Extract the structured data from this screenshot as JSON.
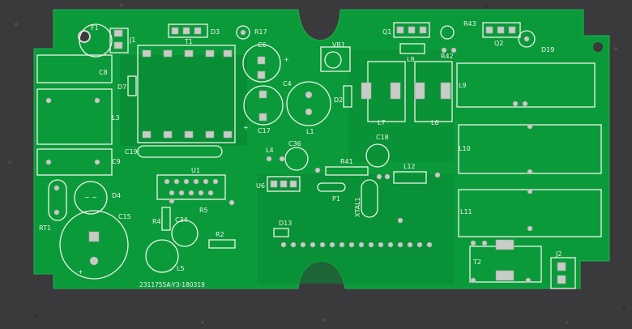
{
  "board": {
    "colors": {
      "background": "#3a3a3c",
      "soldermask": "#0b9a3a",
      "soldermask_dark": "#078a33",
      "silkscreen": "#eef3ea",
      "pad": "#c8ccc6"
    },
    "board_id": "2311755A-Y3-180319",
    "labels": {
      "F1": "F1",
      "J1": "J1",
      "T1": "T1",
      "D3": "D3",
      "R17": "R17",
      "C6": "C6",
      "VR1": "VR1",
      "Q1": "Q1",
      "R43": "R43",
      "Q2": "Q2",
      "D19": "D19",
      "L8": "L8",
      "R42": "R42",
      "C8": "C8",
      "D7": "D7",
      "C4": "C4",
      "D2": "D2",
      "L9": "L9",
      "L3": "L3",
      "C17": "C17",
      "L1": "L1",
      "L7": "L7",
      "L6": "L6",
      "C19": "C19",
      "C9": "C9",
      "L4": "L4",
      "C36": "C36",
      "C18": "C18",
      "L10": "L10",
      "U1": "U1",
      "R41": "R41",
      "L12": "L12",
      "U6": "U6",
      "D4": "D4",
      "P1": "P1",
      "XTAL1": "XTAL1",
      "R5": "R5",
      "RT1": "RT1",
      "C15": "C15",
      "R4": "R4",
      "C34": "C34",
      "L11": "L11",
      "D13": "D13",
      "R2": "R2",
      "L5": "L5",
      "T2": "T2",
      "J2": "J2"
    }
  }
}
